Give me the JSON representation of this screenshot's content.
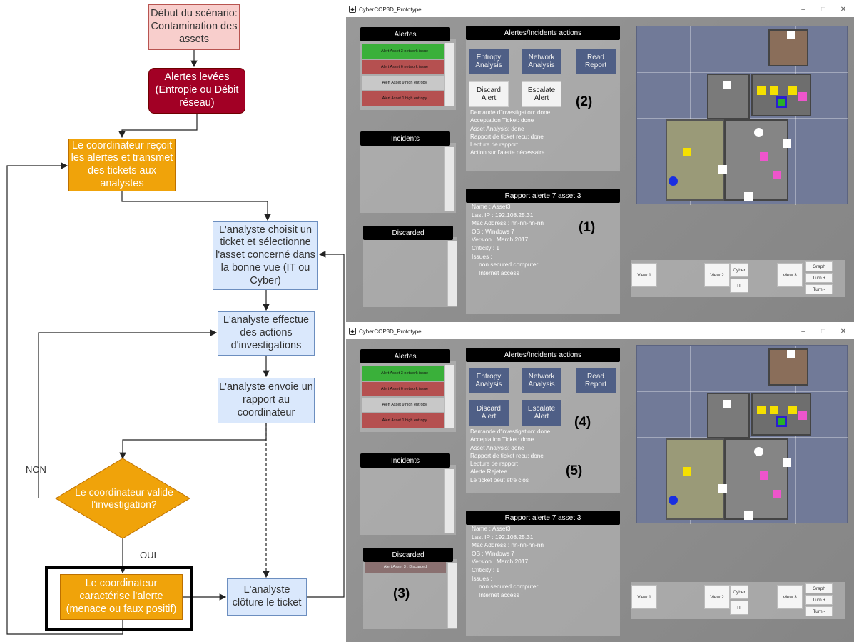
{
  "flowchart": {
    "start": "Début du scénario: Contamination des assets",
    "alerts_raised": "Alertes levées (Entropie ou Débit réseau)",
    "coordinator_receives": "Le coordinateur reçoit les alertes et transmet des tickets aux analystes",
    "analyst_chooses": "L'analyste choisit un ticket et sélectionne l'asset concerné dans la bonne vue (IT ou Cyber)",
    "analyst_investigates": "L'analyste effectue des actions d'investigations",
    "analyst_reports": "L'analyste envoie un rapport au coordinateur",
    "decision": "Le coordinateur valide l'investigation?",
    "label_no": "NON",
    "label_yes": "OUI",
    "coordinator_characterizes": "Le coordinateur caractérise l'alerte (menace ou faux positif)",
    "analyst_closes": "L'analyste clôture le ticket"
  },
  "colors": {
    "start_fill": "#f8cecc",
    "alert_fill": "#a20025",
    "coordinator_fill": "#f0a30a",
    "analyst_fill": "#dae8fc",
    "alert_green": "#3ab03a",
    "alert_red": "#b55050",
    "action_button": "#4f5f86",
    "marker_yellow": "#f5e000",
    "marker_pink": "#ee55cc",
    "marker_blue": "#1a2fe0",
    "marker_green": "#2ab02a"
  },
  "window_top": {
    "title": "CyberCOP3D_Prototype",
    "alerts_header": "Alertes",
    "alerts": [
      {
        "label": "Alert Asset 3 network issue",
        "status": "green"
      },
      {
        "label": "Alert Asset 6 network issue",
        "status": "red"
      },
      {
        "label": "Alert Asset 9 high entropy",
        "status": "grey"
      },
      {
        "label": "Alert Asset 1 high entropy",
        "status": "red"
      }
    ],
    "incidents_header": "Incidents",
    "discarded_header": "Discarded",
    "actions_header": "Alertes/Incidents actions",
    "buttons": {
      "entropy": "Entropy Analysis",
      "network": "Network Analysis",
      "read_report": "Read Report",
      "discard": "Discard Alert",
      "escalate": "Escalate Alert"
    },
    "action_log": [
      "Demande d'investigation: done",
      "Acceptation Ticket: done",
      "Asset Analysis: done",
      "Rapport de ticket recu: done",
      "Lecture de rapport",
      "Action sur l'alerte nécessaire"
    ],
    "report_header": "Rapport alerte 7 asset 3",
    "report_lines": [
      "Name : Asset3",
      "Last IP : 192.108.25.31",
      "Mac Address : nn-nn-nn-nn",
      "OS : Windows 7",
      "Version : March 2017",
      "Criticity : 1",
      "Issues :",
      "non secured computer",
      "Internet access"
    ],
    "callout_actions": "(2)",
    "callout_report": "(1)",
    "views": {
      "view1": "View 1",
      "view2": "View 2",
      "cyber": "Cyber",
      "it": "IT",
      "view3": "View 3",
      "graph": "Graph",
      "turn_plus": "Turn +",
      "turn_minus": "Turn -"
    }
  },
  "window_bottom": {
    "title": "CyberCOP3D_Prototype",
    "alerts_header": "Alertes",
    "alerts": [
      {
        "label": "Alert Asset 3 network issue",
        "status": "green"
      },
      {
        "label": "Alert Asset 6 network issue",
        "status": "red"
      },
      {
        "label": "Alert Asset 9 high entropy",
        "status": "grey"
      },
      {
        "label": "Alert Asset 1 high entropy",
        "status": "red"
      }
    ],
    "incidents_header": "Incidents",
    "discarded_header": "Discarded",
    "discarded_item": "Alert Asset 3 : Discarded",
    "actions_header": "Alertes/Incidents actions",
    "buttons": {
      "entropy": "Entropy Analysis",
      "network": "Network Analysis",
      "read_report": "Read Report",
      "discard": "Discard Alert",
      "escalate": "Escalate Alert"
    },
    "action_log": [
      "Demande d'investigation: done",
      "Acceptation Ticket: done",
      "Asset Analysis: done",
      "Rapport de ticket recu: done",
      "Lecture de rapport",
      "Alerte Rejetee",
      "Le ticket peut être clos"
    ],
    "report_header": "Rapport alerte 7 asset 3",
    "report_lines": [
      "Name : Asset3",
      "Last IP : 192.108.25.31",
      "Mac Address : nn-nn-nn-nn",
      "OS : Windows 7",
      "Version : March 2017",
      "Criticity : 1",
      "Issues :",
      "non secured computer",
      "Internet access"
    ],
    "callout_discard": "(4)",
    "callout_log": "(5)",
    "callout_discarded": "(3)",
    "views": {
      "view1": "View 1",
      "view2": "View 2",
      "cyber": "Cyber",
      "it": "IT",
      "view3": "View 3",
      "graph": "Graph",
      "turn_plus": "Turn +",
      "turn_minus": "Turn -"
    }
  }
}
